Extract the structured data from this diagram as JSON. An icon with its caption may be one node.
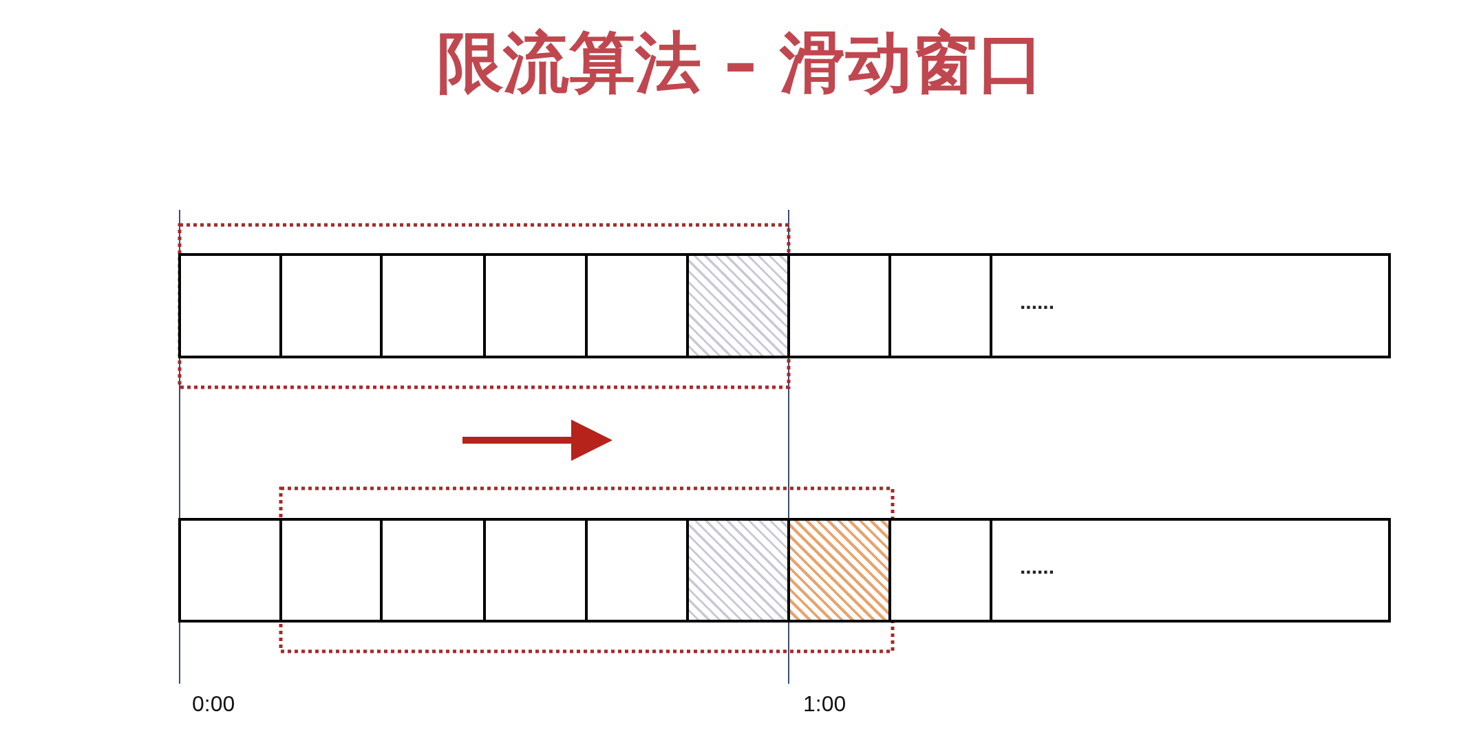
{
  "diagram": {
    "title": "限流算法 – 滑动窗口",
    "nodes": [
      {
        "text": [],
        "shape": "box"
      },
      {
        "text": [],
        "shape": "box"
      },
      {
        "text": [],
        "shape": "box"
      },
      {
        "text": [],
        "shape": "box"
      },
      {
        "text": [],
        "shape": "box"
      },
      {
        "text": [],
        "shape": "box"
      },
      {
        "text": [],
        "shape": "box"
      },
      {
        "text": [],
        "shape": "box"
      },
      {
        "text": [
          "......"
        ]
      },
      {
        "text": [],
        "shape": "box"
      },
      {
        "text": [],
        "shape": "box"
      },
      {
        "text": [],
        "shape": "box"
      },
      {
        "text": [],
        "shape": "box"
      },
      {
        "text": [],
        "shape": "box"
      },
      {
        "text": [],
        "shape": "box"
      },
      {
        "text": [],
        "shape": "box"
      },
      {
        "text": [],
        "shape": "box"
      },
      {
        "text": [
          "......"
        ]
      }
    ],
    "labels": [
      "0:00",
      "1:00"
    ]
  }
}
